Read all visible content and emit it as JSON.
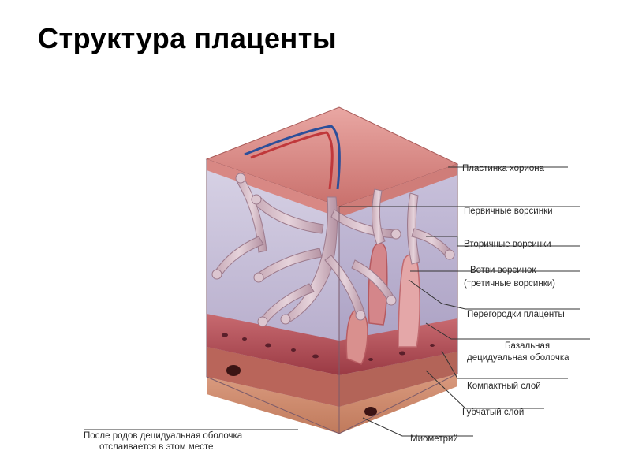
{
  "title": "Структура плаценты",
  "labels": {
    "chorion_plate": "Пластинка хориона",
    "primary_villi": "Первичные ворсинки",
    "secondary_villi": "Вторичные ворсинки",
    "tertiary_1": "Ветви ворсинок",
    "tertiary_2": "(третичные ворсинки)",
    "septa": "Перегородки плаценты",
    "basal_1": "Базальная",
    "basal_2": "децидуальная оболочка",
    "compact": "Компактный слой",
    "spongy": "Губчатый слой",
    "myometrium": "Миометрий",
    "detach_1": "После родов децидуальная оболочка",
    "detach_2": "отслаивается в этом месте"
  }
}
